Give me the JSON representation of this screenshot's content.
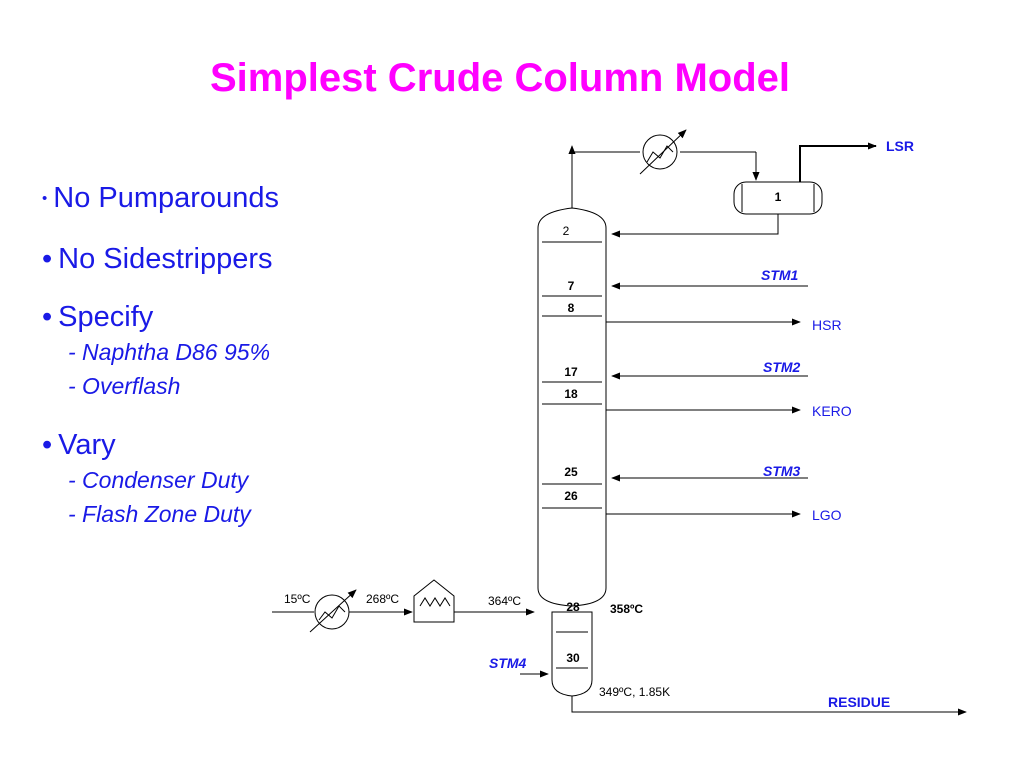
{
  "title": "Simplest Crude Column Model",
  "bullets": {
    "b1": "No Pumparounds",
    "b2": "No Sidestrippers",
    "b3": "Specify",
    "b3_sub1": "- Naphtha D86 95%",
    "b3_sub2": "- Overflash",
    "b4": "Vary",
    "b4_sub1": "- Condenser Duty",
    "b4_sub2": "- Flash Zone Duty"
  },
  "diagram": {
    "trays": {
      "t1": "1",
      "t2": "2",
      "t7": "7",
      "t8": "8",
      "t17": "17",
      "t18": "18",
      "t25": "25",
      "t26": "26",
      "t28": "28",
      "t30": "30"
    },
    "streams": {
      "lsr": "LSR",
      "hsr": "HSR",
      "kero": "KERO",
      "lgo": "LGO",
      "residue": "RESIDUE",
      "stm1": "STM1",
      "stm2": "STM2",
      "stm3": "STM3",
      "stm4": "STM4"
    },
    "temps": {
      "feed_in": "15ºC",
      "after_exchanger": "268ºC",
      "after_furnace": "364ºC",
      "flash_zone": "358ºC",
      "bottoms": "349ºC, 1.85K"
    }
  },
  "colors": {
    "title": "#ff00ff",
    "text": "#1a1ae6",
    "lines": "#000000"
  }
}
